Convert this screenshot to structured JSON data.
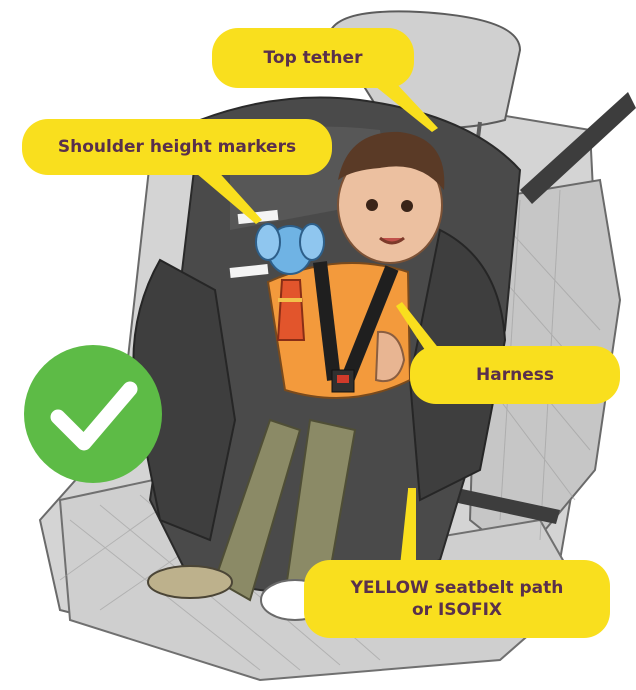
{
  "image": {
    "subject": "car-seat-illustration",
    "callouts": {
      "top_tether": "Top tether",
      "shoulder_height_markers": "Shoulder height markers",
      "harness": "Harness",
      "seatbelt_path_line1": "YELLOW seatbelt path",
      "seatbelt_path_line2": "or ISOFIX"
    },
    "badge": {
      "icon": "checkmark-icon",
      "color": "#5dbb46"
    },
    "colors": {
      "callout_fill": "#f9df1e",
      "callout_text": "#59304c",
      "seat_shell": "#4a4a4a",
      "vehicle_seat": "#c9c9c9",
      "child_shirt": "#f39a3c",
      "child_pants": "#8b8a66"
    }
  }
}
